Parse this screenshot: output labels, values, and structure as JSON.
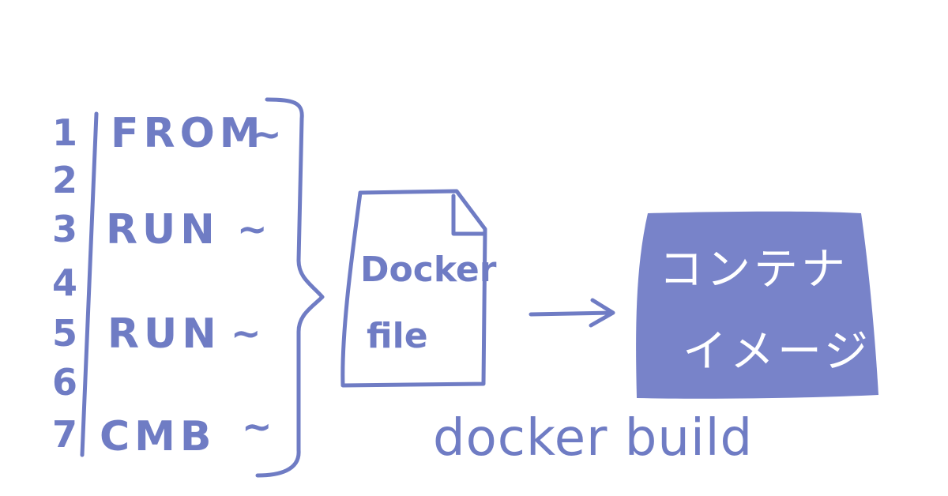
{
  "dockerfile_lines": {
    "numbers": [
      "1",
      "2",
      "3",
      "4",
      "5",
      "6",
      "7"
    ],
    "instructions": [
      {
        "keyword": "FROM",
        "tilde": "~"
      },
      {
        "keyword": "RUN",
        "tilde": "~"
      },
      {
        "keyword": "RUN",
        "tilde": "~"
      },
      {
        "keyword": "CMB",
        "tilde": "~"
      }
    ]
  },
  "document": {
    "line1": "Docker",
    "line2": "file"
  },
  "build_command": "docker build",
  "container_image": {
    "line1": "コンテナ",
    "line2": "イメージ"
  },
  "colors": {
    "ink": "#6f7cc4",
    "image_fill": "#7883c9",
    "background": "#ffffff"
  }
}
